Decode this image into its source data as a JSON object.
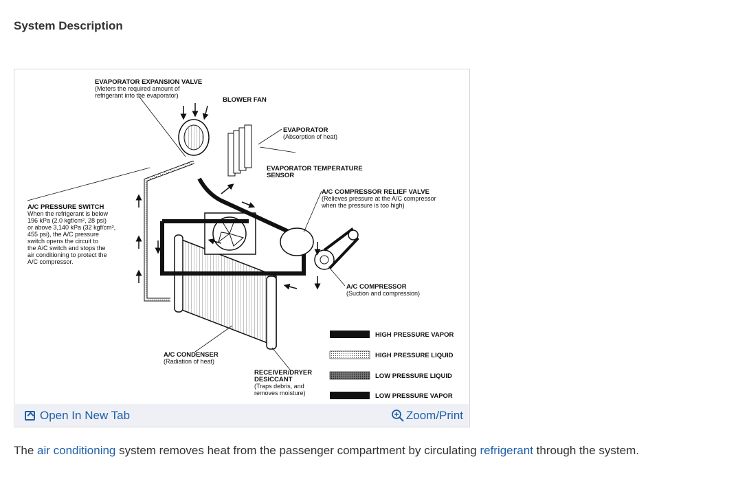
{
  "page": {
    "section_title": "System Description",
    "link_color": "#1d5fa8"
  },
  "diagram": {
    "labels": {
      "expansion_valve_title": "EVAPORATOR EXPANSION VALVE",
      "expansion_valve_desc_1": "(Meters the required amount of",
      "expansion_valve_desc_2": "refrigerant into the evaporator)",
      "blower_fan": "BLOWER FAN",
      "evaporator_title": "EVAPORATOR",
      "evaporator_desc": "(Absorption of heat)",
      "evap_temp_sensor_1": "EVAPORATOR TEMPERATURE",
      "evap_temp_sensor_2": "SENSOR",
      "relief_valve_title": "A/C COMPRESSOR RELIEF VALVE",
      "relief_valve_desc_1": "(Relieves pressure at the A/C compressor",
      "relief_valve_desc_2": "when the pressure is too high)",
      "pressure_switch_title": "A/C PRESSURE SWITCH",
      "pressure_switch_desc": [
        "When the refrigerant is below",
        "196 kPa (2.0 kgf/cm², 28 psi)",
        "or above 3,140 kPa (32 kgf/cm²,",
        "455 psi), the A/C pressure",
        "switch opens the circuit to",
        "the A/C switch and stops the",
        "air conditioning to protect the",
        "A/C compressor."
      ],
      "compressor_title": "A/C COMPRESSOR",
      "compressor_desc": "(Suction and compression)",
      "condenser_title": "A/C CONDENSER",
      "condenser_desc": "(Radiation of heat)",
      "receiver_title_1": "RECEIVER/DRYER",
      "receiver_title_2": "DESICCANT",
      "receiver_desc_1": "(Traps debris, and",
      "receiver_desc_2": "removes moisture)"
    },
    "legend": [
      {
        "label": "HIGH PRESSURE VAPOR",
        "swatch": "solid-black"
      },
      {
        "label": "HIGH PRESSURE LIQUID",
        "swatch": "light-dotted"
      },
      {
        "label": "LOW PRESSURE LIQUID",
        "swatch": "dark-dotted"
      },
      {
        "label": "LOW PRESSURE VAPOR",
        "swatch": "solid-black"
      }
    ]
  },
  "footer": {
    "open_label": "Open In New Tab",
    "open_icon": "external-link-icon",
    "zoom_label": "Zoom/Print",
    "zoom_icon": "zoom-in-icon"
  },
  "body": {
    "text_1": "The ",
    "link_1": "air conditioning",
    "text_2": " system removes heat from the passenger compartment by circulating ",
    "link_2": "refrigerant",
    "text_3": " through the system."
  }
}
